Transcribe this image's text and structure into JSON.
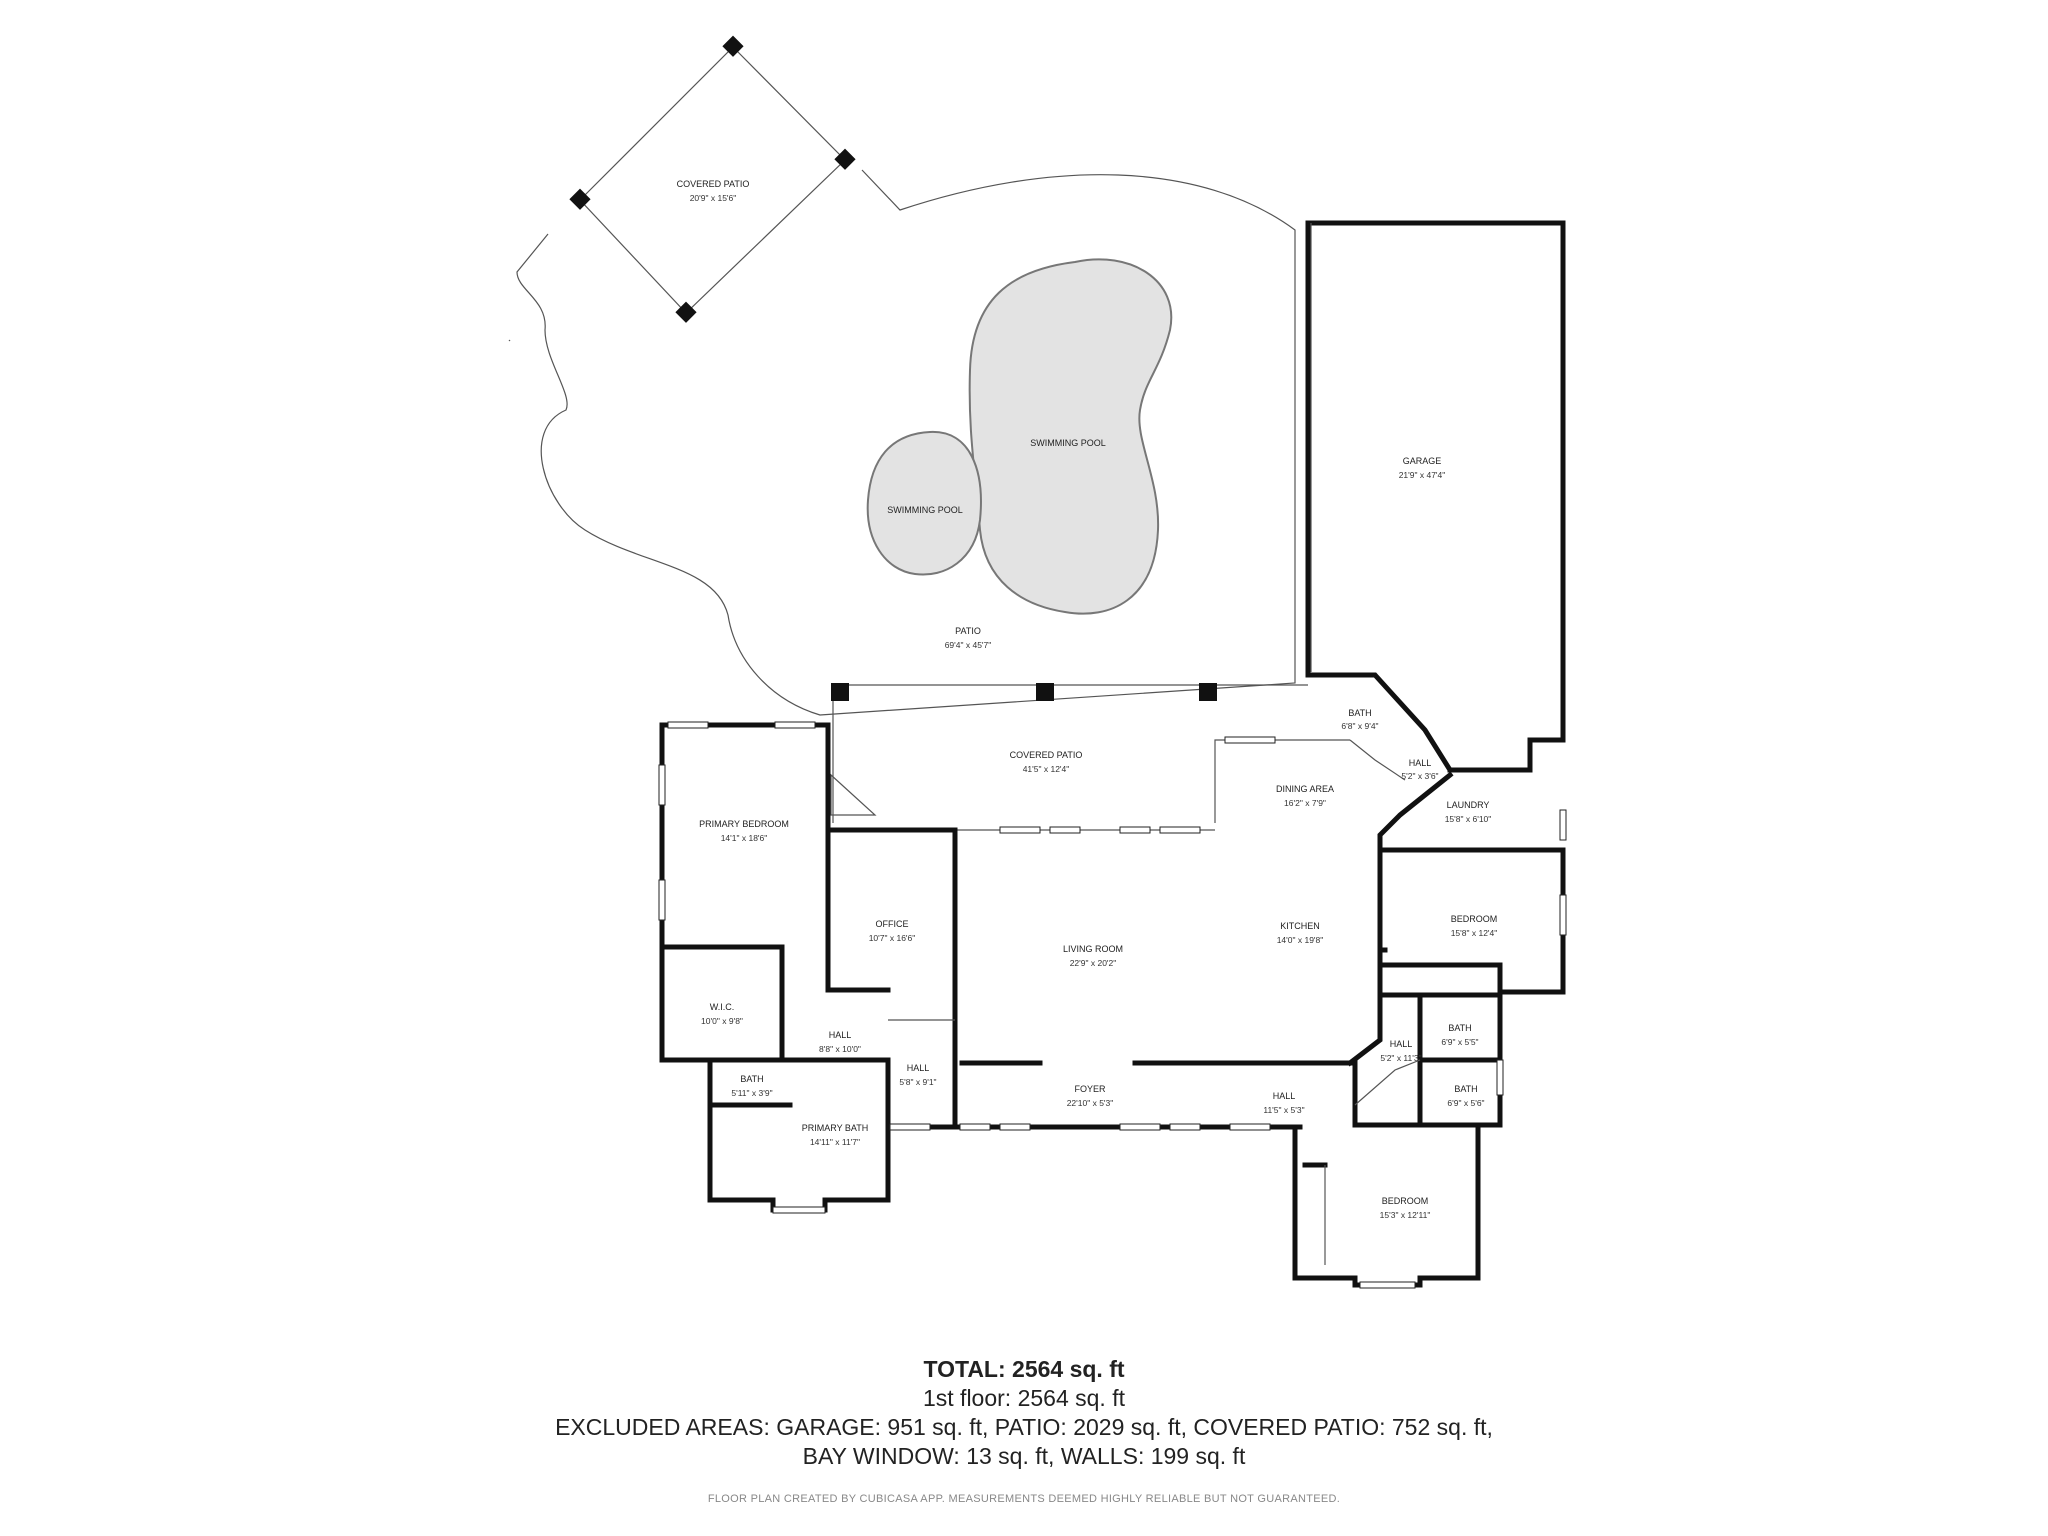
{
  "rooms": {
    "covered_patio_top": {
      "name": "COVERED PATIO",
      "dims": "20'9\" x 15'6\""
    },
    "swimming_pool_large": {
      "name": "SWIMMING POOL"
    },
    "swimming_pool_small": {
      "name": "SWIMMING POOL"
    },
    "garage": {
      "name": "GARAGE",
      "dims": "21'9\" x 47'4\""
    },
    "patio": {
      "name": "PATIO",
      "dims": "69'4\" x 45'7\""
    },
    "covered_patio_main": {
      "name": "COVERED PATIO",
      "dims": "41'5\" x 12'4\""
    },
    "bath_garage": {
      "name": "BATH",
      "dims": "6'8\" x 9'4\""
    },
    "hall_laundry": {
      "name": "HALL",
      "dims": "5'2\" x 3'6\""
    },
    "dining_area": {
      "name": "DINING AREA",
      "dims": "16'2\" x 7'9\""
    },
    "laundry": {
      "name": "LAUNDRY",
      "dims": "15'8\" x 6'10\""
    },
    "primary_bedroom": {
      "name": "PRIMARY BEDROOM",
      "dims": "14'1\" x 18'6\""
    },
    "office": {
      "name": "OFFICE",
      "dims": "10'7\" x 16'6\""
    },
    "living_room": {
      "name": "LIVING ROOM",
      "dims": "22'9\" x 20'2\""
    },
    "kitchen": {
      "name": "KITCHEN",
      "dims": "14'0\" x 19'8\""
    },
    "bedroom_east": {
      "name": "BEDROOM",
      "dims": "15'8\" x 12'4\""
    },
    "wic": {
      "name": "W.I.C.",
      "dims": "10'0\" x 9'8\""
    },
    "hall_primary": {
      "name": "HALL",
      "dims": "8'8\" x 10'0\""
    },
    "hall_office": {
      "name": "HALL",
      "dims": "5'8\" x 9'1\""
    },
    "foyer": {
      "name": "FOYER",
      "dims": "22'10\" x 5'3\""
    },
    "hall_center": {
      "name": "HALL",
      "dims": "11'5\" x 5'3\""
    },
    "hall_east": {
      "name": "HALL",
      "dims": "5'2\" x 11'3\""
    },
    "bath_east_top": {
      "name": "BATH",
      "dims": "6'9\" x 5'5\""
    },
    "bath_east_bottom": {
      "name": "BATH",
      "dims": "6'9\" x 5'6\""
    },
    "bath_small": {
      "name": "BATH",
      "dims": "5'11\" x 3'9\""
    },
    "primary_bath": {
      "name": "PRIMARY BATH",
      "dims": "14'11\" x 11'7\""
    },
    "bedroom_south": {
      "name": "BEDROOM",
      "dims": "15'3\" x 12'11\""
    }
  },
  "summary": {
    "total": "TOTAL: 2564 sq. ft",
    "floor": "1st floor: 2564 sq. ft",
    "excluded_1": "EXCLUDED AREAS: GARAGE: 951 sq. ft, PATIO: 2029 sq. ft, COVERED PATIO: 752 sq. ft,",
    "excluded_2": "BAY WINDOW: 13 sq. ft, WALLS: 199 sq. ft",
    "disclaimer": "FLOOR PLAN CREATED BY CUBICASA APP. MEASUREMENTS DEEMED HIGHLY RELIABLE BUT NOT GUARANTEED."
  }
}
